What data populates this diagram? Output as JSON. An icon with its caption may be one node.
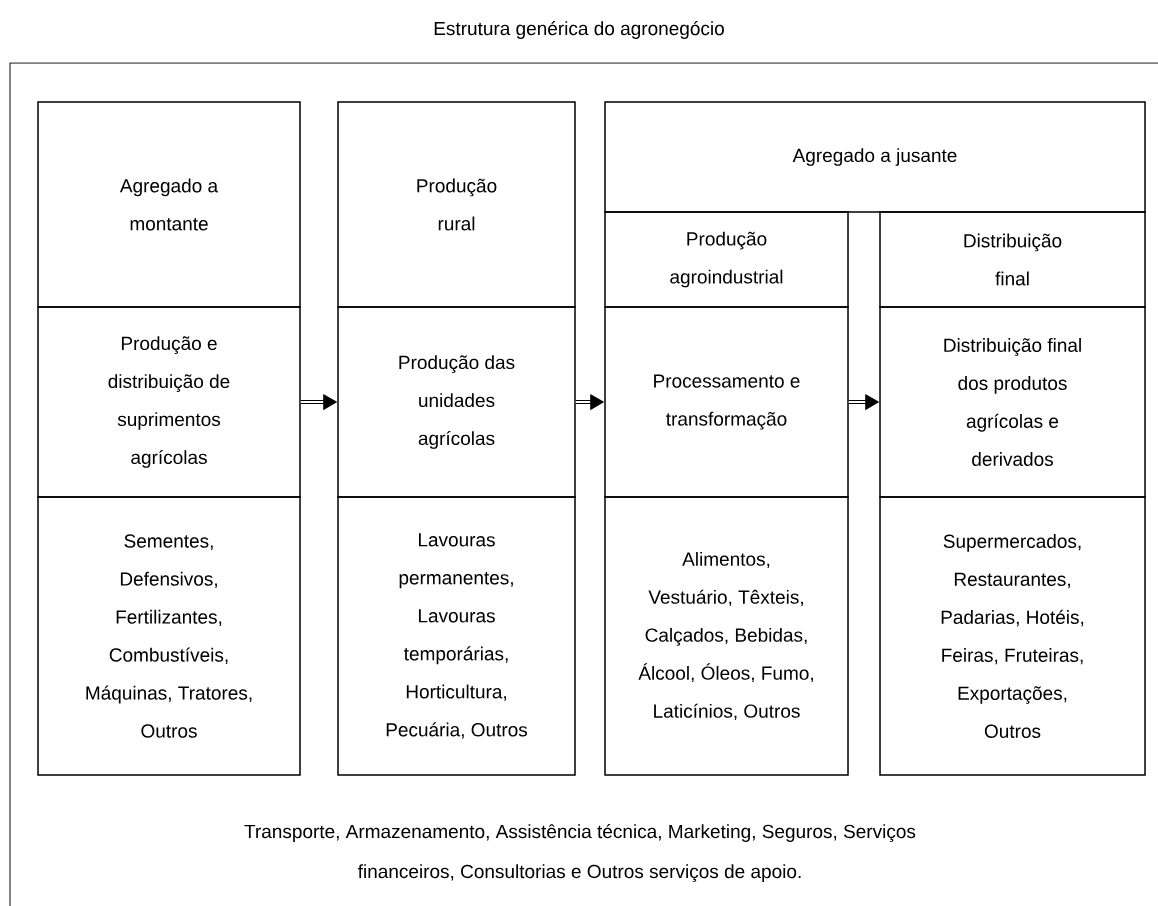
{
  "diagram": {
    "title": "Estrutura genérica do agronegócio",
    "nodes": [
      {
        "text": [
          "Agregado a montante"
        ]
      },
      {
        "text": [
          "Produção e distribuição de suprimentos agrícolas"
        ]
      },
      {
        "text": [
          "Sementes, Defensivos, Fertilizantes, Combustíveis, Máquinas, Tratores, Outros"
        ]
      },
      {
        "text": [
          "Produção rural"
        ]
      },
      {
        "text": [
          "Produção das unidades agrícolas"
        ]
      },
      {
        "text": [
          "Lavouras permanentes, Lavouras temporárias, Horticultura, Pecuária, Outros"
        ]
      },
      {
        "text": [
          "Agregado a jusante"
        ]
      },
      {
        "text": [
          "Produção agroindustrial"
        ]
      },
      {
        "text": [
          "Processamento e transformação"
        ]
      },
      {
        "text": [
          "Alimentos, Vestuário, Têxteis, Calçados, Bebidas, Álcool, Óleos, Fumo, Laticínios, Outros"
        ]
      },
      {
        "text": [
          "Distribuição final"
        ]
      },
      {
        "text": [
          "Distribuição final dos produtos agrícolas e derivados"
        ]
      },
      {
        "text": [
          "Supermercados, Restaurantes, Padarias, Hotéis, Feiras, Fruteiras, Exportações, Outros"
        ]
      }
    ],
    "edges": [
      {
        "from": 1,
        "to": 4,
        "arrow": "to"
      },
      {
        "from": 4,
        "to": 8,
        "arrow": "to"
      },
      {
        "from": 8,
        "to": 11,
        "arrow": "to"
      }
    ],
    "labels": [
      "Transporte, Armazenamento, Assistência técnica, Marketing, Seguros, Serviços financeiros, Consultorias e Outros serviços de apoio."
    ]
  }
}
